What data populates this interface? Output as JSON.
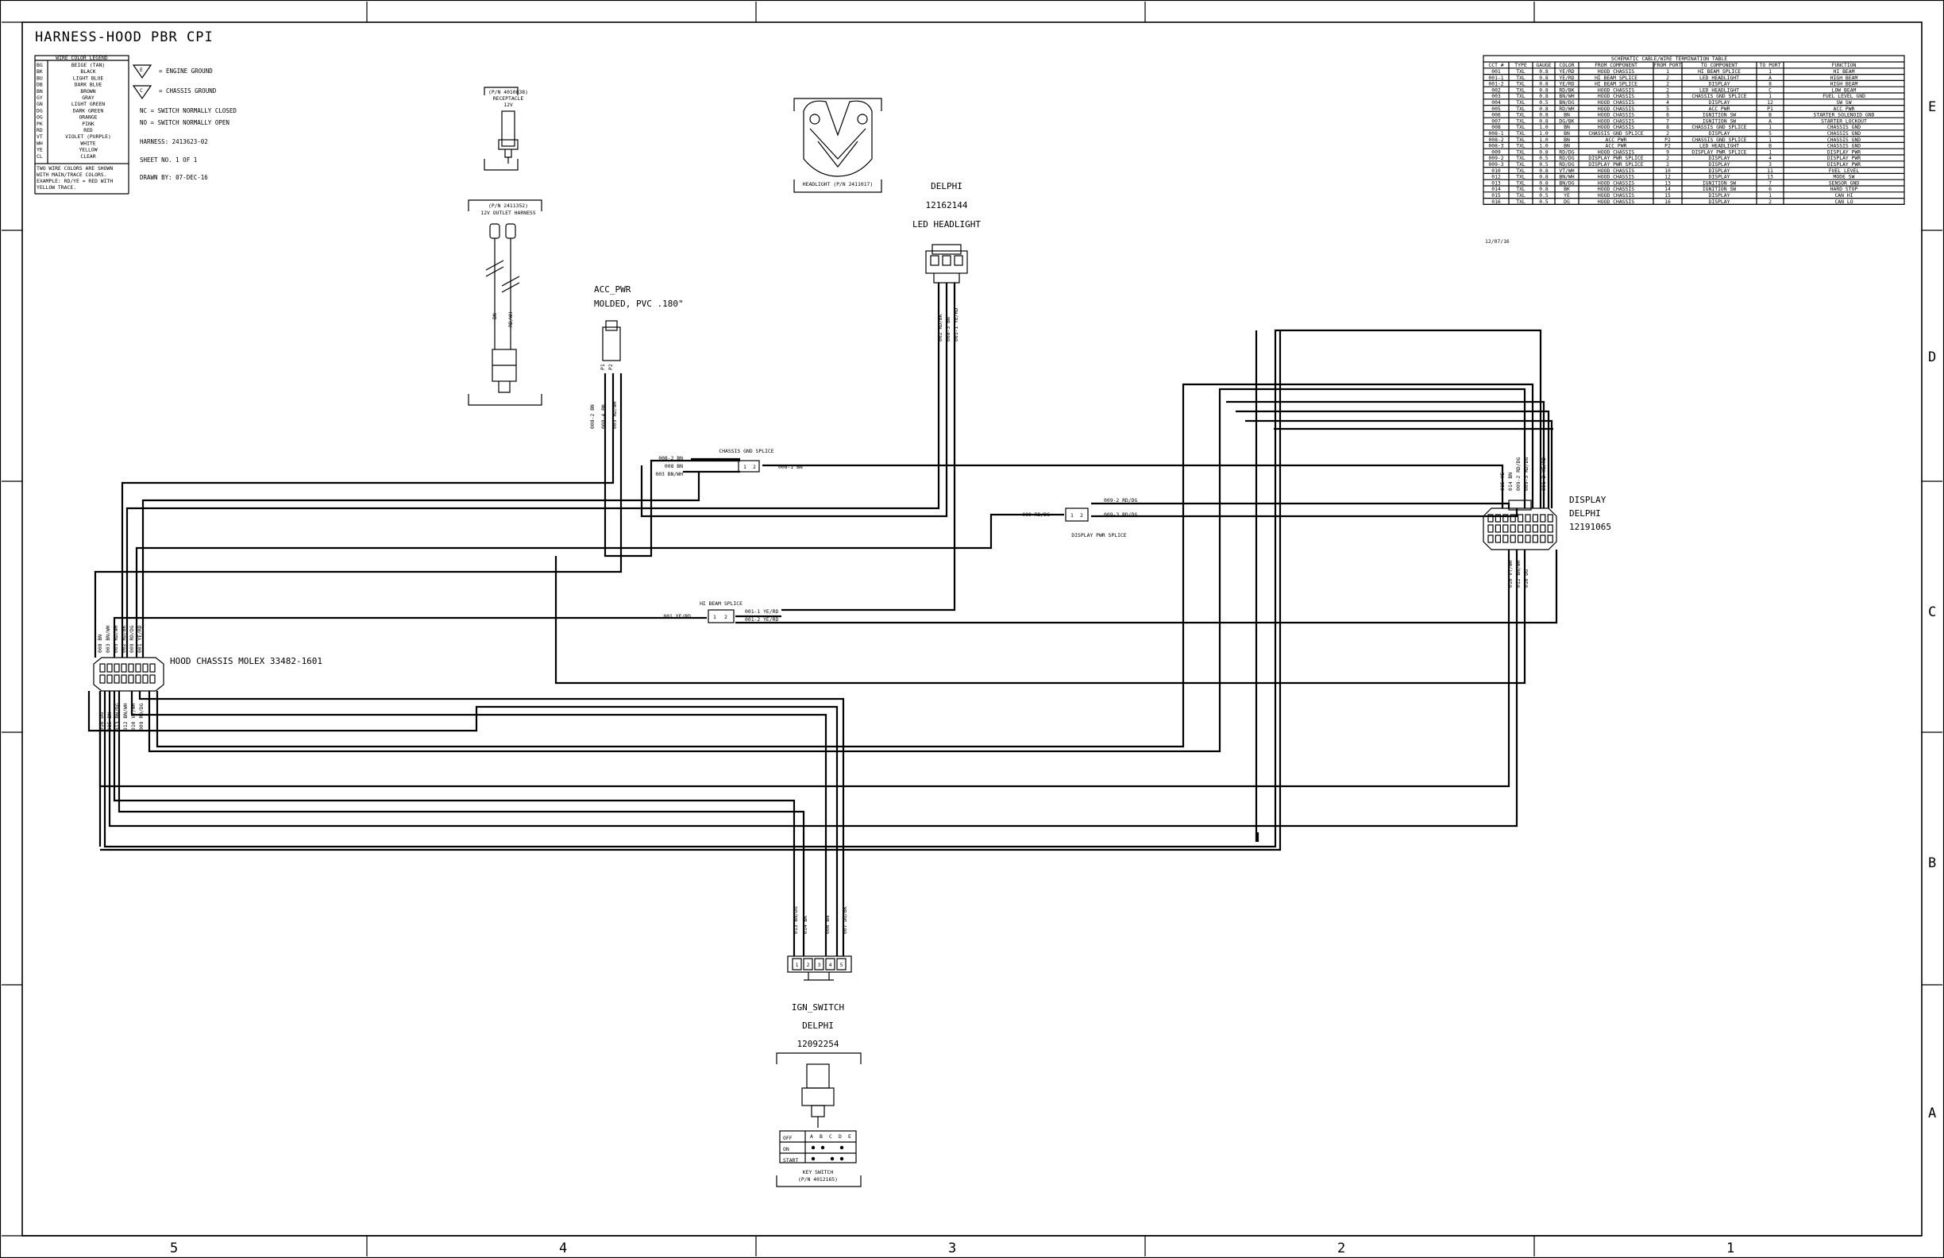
{
  "title": "HARNESS-HOOD PBR CPI",
  "border": {
    "columns": [
      "5",
      "4",
      "3",
      "2",
      "1"
    ],
    "rows": [
      "E",
      "D",
      "C",
      "B",
      "A"
    ]
  },
  "legend": {
    "header": "WIRE COLOR LEGEND",
    "rows": [
      [
        "BG",
        "BEIGE (TAN)"
      ],
      [
        "BK",
        "BLACK"
      ],
      [
        "BU",
        "LIGHT BLUE"
      ],
      [
        "DB",
        "DARK BLUE"
      ],
      [
        "BN",
        "BROWN"
      ],
      [
        "GY",
        "GRAY"
      ],
      [
        "GN",
        "LIGHT GREEN"
      ],
      [
        "DG",
        "DARK GREEN"
      ],
      [
        "OG",
        "ORANGE"
      ],
      [
        "PK",
        "PINK"
      ],
      [
        "RD",
        "RED"
      ],
      [
        "VT",
        "VIOLET (PURPLE)"
      ],
      [
        "WH",
        "WHITE"
      ],
      [
        "YE",
        "YELLOW"
      ],
      [
        "CL",
        "CLEAR"
      ]
    ],
    "note": [
      "TWO WIRE COLORS ARE SHOWN",
      "WITH MAIN/TRACE COLORS.",
      "EXAMPLE: RD/YE = RED WITH",
      "YELLOW TRACE."
    ]
  },
  "notes": {
    "engine_ground": "= ENGINE GROUND",
    "chassis_ground": "= CHASSIS GROUND",
    "nc": "NC = SWITCH NORMALLY CLOSED",
    "no": "NO = SWITCH NORMALLY OPEN",
    "harness": "HARNESS: 2413623-02",
    "sheet": "SHEET NO. 1 OF 1",
    "drawn": "DRAWN BY: 07-DEC-16"
  },
  "components": {
    "receptacle": [
      "(P/N 4010838)",
      "RECEPTACLE",
      "12V"
    ],
    "outlet": [
      "(P/N 2411352)",
      "12V OUTLET HARNESS"
    ],
    "outlet_wires": [
      "BN",
      "RD/WH"
    ],
    "acc_pwr": [
      "ACC_PWR",
      "MOLDED, PVC .180\""
    ],
    "acc_pins": [
      "P1",
      "P2"
    ],
    "headlight_caption": "HEADLIGHT (P/N 2411017)",
    "headlight": [
      "DELPHI",
      "12162144",
      "LED HEADLIGHT"
    ],
    "display": [
      "DISPLAY",
      "DELPHI",
      "12191065"
    ],
    "hood_chassis": "HOOD CHASSIS MOLEX 33482-1601",
    "ign_switch": [
      "IGN_SWITCH",
      "DELPHI",
      "12092254"
    ],
    "ign_pins": [
      "1",
      "2",
      "3",
      "4",
      "5"
    ],
    "key_switch": [
      "KEY SWITCH",
      "(P/N 4012165)"
    ],
    "key_table": {
      "cols": [
        "A",
        "B",
        "C",
        "D",
        "E"
      ],
      "rows": [
        "OFF",
        "ON",
        "START"
      ]
    }
  },
  "splices": {
    "chassis_gnd": "CHASSIS GND SPLICE",
    "display_pwr": "DISPLAY PWR SPLICE",
    "hi_beam": "HI BEAM SPLICE"
  },
  "wire_labels": {
    "acc": [
      "008-2 BN",
      "008-4 BN",
      "005 RD/WH"
    ],
    "headlight": [
      "002 RD/BK",
      "008-3 BN",
      "001-1 YE/RD"
    ],
    "chassis_in": [
      "008-2 BN",
      "008 BN",
      "003 BN/WH"
    ],
    "chassis_out": "008-1 BN",
    "disp_in": "009 RD/DG",
    "disp_out": [
      "009-2 RD/DG",
      "009-3 RD/DG"
    ],
    "hibeam_in": "001 YE/RD",
    "hibeam_out": [
      "001-1 YE/RD",
      "001-2 YE/RD"
    ],
    "hood_top": [
      "008 BN",
      "003 BN/WH",
      "005 RD/WH",
      "002 RD/BK",
      "009 RD/DG",
      "001 YE/RD"
    ],
    "hood_bottom": [
      "016 DG",
      "015 BN",
      "013 BN/DG",
      "012 BN/WH",
      "010 VT/WH",
      "009 RD/DG"
    ],
    "display_top": [
      "015 YE",
      "014 BN",
      "009-2 RD/DG",
      "009-3 RD/DG",
      "001-2 YE/RD"
    ],
    "display_bottom": [
      "010 VT/WH",
      "012 BN/WH",
      "016 DG"
    ],
    "ign": [
      "013 BN/DG",
      "014 BK",
      "006 BN",
      "007 DG/BK"
    ]
  },
  "schematic_table": {
    "title": "SCHEMATIC CABLE/WIRE TERMINATION TABLE",
    "headers": [
      "CCT #",
      "TYPE",
      "GAUGE",
      "COLOR",
      "FROM COMPONENT",
      "FROM PORT",
      "TO COMPONENT",
      "TO PORT",
      "FUNCTION"
    ],
    "rows": [
      [
        "001",
        "TXL",
        "0.8",
        "YE/RD",
        "HOOD_CHASSIS",
        "1",
        "HI BEAM SPLICE",
        "1",
        "HI BEAM"
      ],
      [
        "001-1",
        "TXL",
        "0.8",
        "YE/RD",
        "HI BEAM SPLICE",
        "2",
        "LED HEADLIGHT",
        "A",
        "HIGH BEAM"
      ],
      [
        "001-2",
        "TXL",
        "0.8",
        "YE/RD",
        "HI BEAM SPLICE",
        "2",
        "DISPLAY",
        "8",
        "HIGH BEAM"
      ],
      [
        "002",
        "TXL",
        "0.8",
        "RD/BK",
        "HOOD_CHASSIS",
        "2",
        "LED HEADLIGHT",
        "C",
        "LOW BEAM"
      ],
      [
        "003",
        "TXL",
        "0.8",
        "BN/WH",
        "HOOD_CHASSIS",
        "3",
        "CHASSIS GND SPLICE",
        "1",
        "FUEL LEVEL GND"
      ],
      [
        "004",
        "TXL",
        "0.5",
        "BN/DG",
        "HOOD_CHASSIS",
        "4",
        "DISPLAY",
        "12",
        "SW SW"
      ],
      [
        "005",
        "TXL",
        "0.8",
        "RD/WH",
        "HOOD_CHASSIS",
        "5",
        "ACC PWR",
        "P1",
        "ACC PWR"
      ],
      [
        "006",
        "TXL",
        "0.8",
        "BN",
        "HOOD_CHASSIS",
        "6",
        "IGNITION SW",
        "B",
        "STARTER SOLENOID GND"
      ],
      [
        "007",
        "TXL",
        "0.8",
        "DG/BK",
        "HOOD_CHASSIS",
        "7",
        "IGNITION SW",
        "A",
        "STARTER LOCKOUT"
      ],
      [
        "008",
        "TXL",
        "1.0",
        "BN",
        "HOOD_CHASSIS",
        "8",
        "CHASSIS GND SPLICE",
        "1",
        "CHASSIS GND"
      ],
      [
        "008-1",
        "TXL",
        "1.0",
        "BN",
        "CHASSIS GND SPLICE",
        "2",
        "DISPLAY",
        "5",
        "CHASSIS GND"
      ],
      [
        "008-2",
        "TXL",
        "1.0",
        "BN",
        "ACC PWR",
        "P2",
        "CHASSIS GND SPLICE",
        "1",
        "CHASSIS GND"
      ],
      [
        "008-3",
        "TXL",
        "1.0",
        "BN",
        "ACC PWR",
        "P2",
        "LED HEADLIGHT",
        "B",
        "CHASSIS GND"
      ],
      [
        "009",
        "TXL",
        "0.8",
        "RD/DG",
        "HOOD_CHASSIS",
        "9",
        "DISPLAY PWR SPLICE",
        "1",
        "DISPLAY PWR"
      ],
      [
        "009-2",
        "TXL",
        "0.5",
        "RD/DG",
        "DISPLAY PWR SPLICE",
        "2",
        "DISPLAY",
        "4",
        "DISPLAY PWR"
      ],
      [
        "009-3",
        "TXL",
        "0.5",
        "RD/DG",
        "DISPLAY PWR SPLICE",
        "2",
        "DISPLAY",
        "3",
        "DISPLAY PWR"
      ],
      [
        "010",
        "TXL",
        "0.8",
        "VT/WH",
        "HOOD_CHASSIS",
        "10",
        "DISPLAY",
        "11",
        "FUEL LEVEL"
      ],
      [
        "012",
        "TXL",
        "0.8",
        "BN/WH",
        "HOOD_CHASSIS",
        "12",
        "DISPLAY",
        "13",
        "MODE SW"
      ],
      [
        "013",
        "TXL",
        "0.8",
        "BN/DG",
        "HOOD_CHASSIS",
        "13",
        "IGNITION SW",
        "7",
        "SENSOR GND"
      ],
      [
        "014",
        "TXL",
        "0.8",
        "BK",
        "HOOD_CHASSIS",
        "14",
        "IGNITION SW",
        "6",
        "HARD STOP"
      ],
      [
        "015",
        "TXL",
        "0.5",
        "YE",
        "HOOD_CHASSIS",
        "15",
        "DISPLAY",
        "1",
        "CAN HI"
      ],
      [
        "016",
        "TXL",
        "0.5",
        "DG",
        "HOOD_CHASSIS",
        "16",
        "DISPLAY",
        "2",
        "CAN LO"
      ]
    ],
    "date": "12/07/16"
  }
}
